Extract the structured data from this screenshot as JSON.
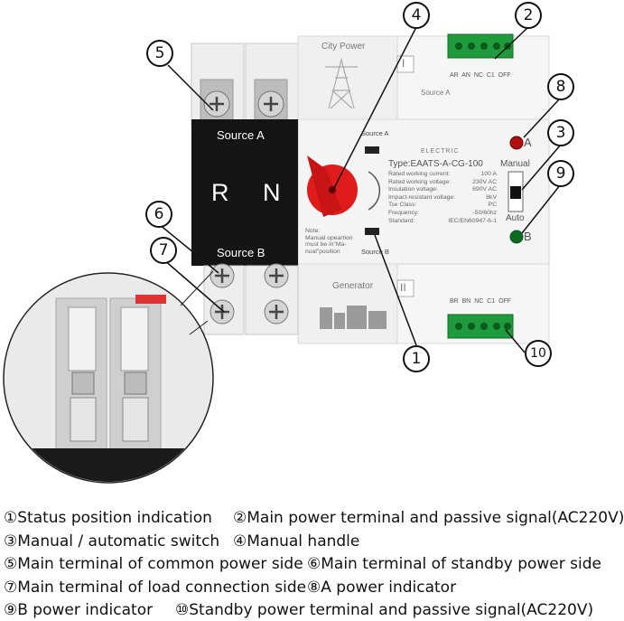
{
  "device": {
    "top_label": "City Power",
    "roman_top": "I",
    "roman_bottom": "II",
    "source_a_top": "Source A",
    "black_panel_source_a": "Source A",
    "black_panel_source_b": "Source B",
    "letter_r": "R",
    "letter_n": "N",
    "window_source_a": "Source A",
    "window_source_b": "Source B",
    "brand": "ELECTRIC",
    "type": "Type:EAATS-A-CG-100",
    "specs": [
      {
        "name": "Rated working current:",
        "value": "100   A"
      },
      {
        "name": "Rated working voltage:",
        "value": "230V AC"
      },
      {
        "name": "Insulation voltage:",
        "value": "690V AC"
      },
      {
        "name": "Impact-resistant voltage:",
        "value": "8kV"
      },
      {
        "name": "Tse Class:",
        "value": "PC"
      },
      {
        "name": "Frequency:",
        "value": "-50/60hz"
      },
      {
        "name": "Standard:",
        "value": "IEC/EN60947-6-1"
      }
    ],
    "note": [
      "Note:",
      "Manual opeartion",
      "must be in\"Ma-",
      "nual\"position"
    ],
    "indicator_a": "A",
    "indicator_b": "B",
    "manual": "Manual",
    "auto": "Auto",
    "terminal_top_labels": "AR  AN  NC  C1  OFF",
    "terminal_bottom_labels": "BR  BN  NC  C1  OFF",
    "generator_label": "Generator",
    "colors": {
      "handle": "#e01b1b",
      "indicator_a": "#b01010",
      "indicator_b": "#0e6b1e",
      "terminal": "#1f9a3c"
    }
  },
  "callouts": [
    "①",
    "②",
    "③",
    "④",
    "⑤",
    "⑥",
    "⑦",
    "⑧",
    "⑨",
    "⑩"
  ],
  "callout_numbers": [
    "1",
    "2",
    "3",
    "4",
    "5",
    "6",
    "7",
    "8",
    "9",
    "10"
  ],
  "legend": [
    "①Status position indication",
    "②Main power terminal and passive signal(AC220V)",
    "③Manual / automatic switch",
    "④Manual handle",
    "⑤Main terminal of common power side",
    "⑥Main terminal of standby power side",
    "⑦Main terminal of load connection side",
    "⑧A power indicator",
    "⑨B power indicator",
    "⑩Standby power terminal and passive signal(AC220V)"
  ]
}
